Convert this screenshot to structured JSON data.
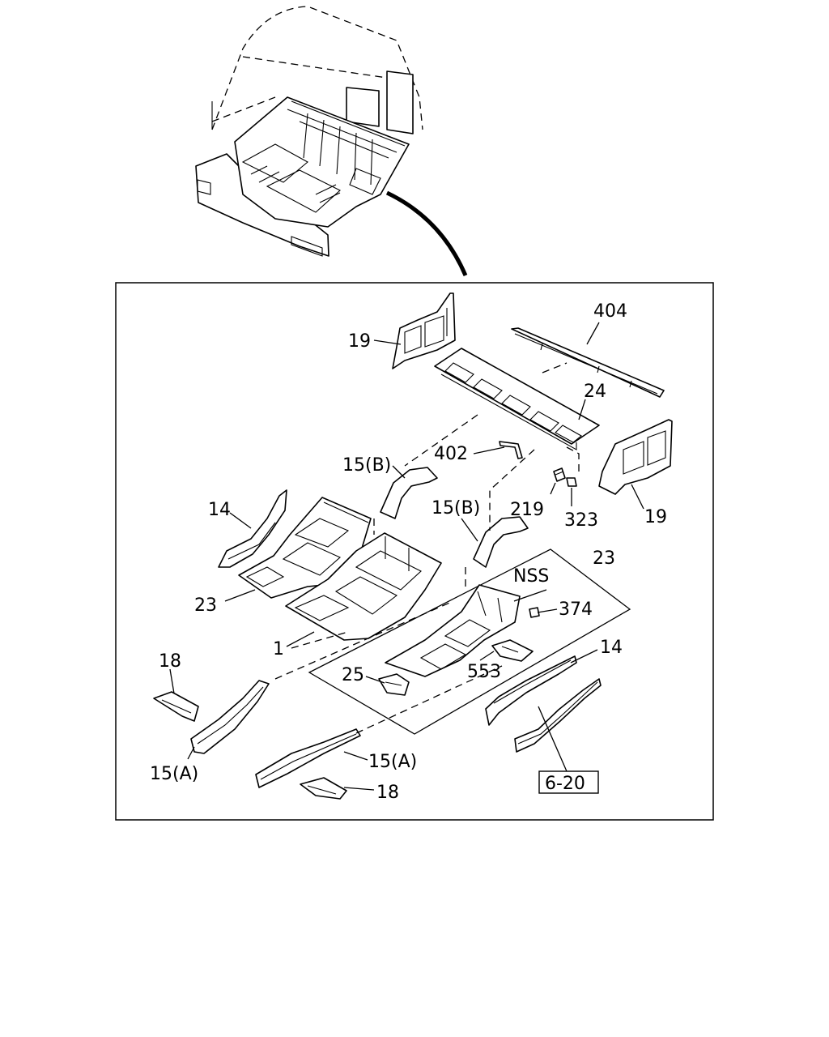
{
  "diagram": {
    "callouts": [
      {
        "id": "c404",
        "text": "404"
      },
      {
        "id": "c19_top",
        "text": "19"
      },
      {
        "id": "c24",
        "text": "24"
      },
      {
        "id": "c402",
        "text": "402"
      },
      {
        "id": "c15b_left",
        "text": "15(B)"
      },
      {
        "id": "c14_left",
        "text": "14"
      },
      {
        "id": "c15b_mid",
        "text": "15(B)"
      },
      {
        "id": "c219",
        "text": "219"
      },
      {
        "id": "c323",
        "text": "323"
      },
      {
        "id": "c19_right",
        "text": "19"
      },
      {
        "id": "c23_right",
        "text": "23"
      },
      {
        "id": "cNSS",
        "text": "NSS"
      },
      {
        "id": "c374",
        "text": "374"
      },
      {
        "id": "c23_left",
        "text": "23"
      },
      {
        "id": "c1",
        "text": "1"
      },
      {
        "id": "c14_right",
        "text": "14"
      },
      {
        "id": "c18_top",
        "text": "18"
      },
      {
        "id": "c553",
        "text": "553"
      },
      {
        "id": "c25",
        "text": "25"
      },
      {
        "id": "c15a_left",
        "text": "15(A)"
      },
      {
        "id": "c15a_mid",
        "text": "15(A)"
      },
      {
        "id": "c18_bottom",
        "text": "18"
      }
    ],
    "reference_box": "6-20"
  }
}
